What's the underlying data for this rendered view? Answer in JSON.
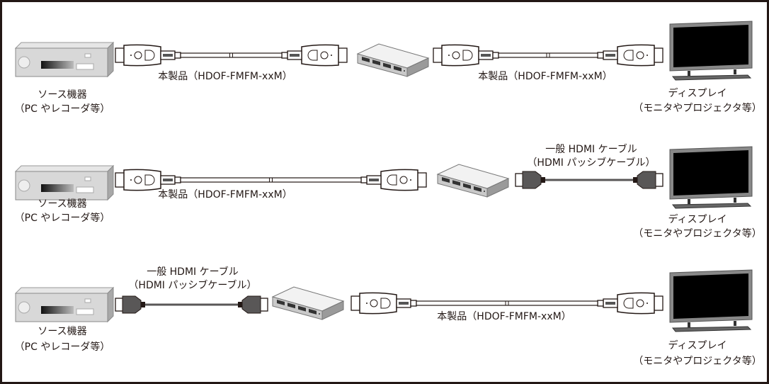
{
  "labels": {
    "source_line1": "ソース機器",
    "source_line2": "（PC やレコーダ等）",
    "display_line1": "ディスプレイ",
    "display_line2": "（モニタやプロジェクタ等）",
    "product_cable": "本製品（HDOF-FMFM-xxM）",
    "passive_line1": "一般 HDMI ケーブル",
    "passive_line2": "（HDMI パッシブケーブル）"
  },
  "colors": {
    "ink": "#231815",
    "passive_cable": "#595757",
    "screen": "#000000"
  }
}
